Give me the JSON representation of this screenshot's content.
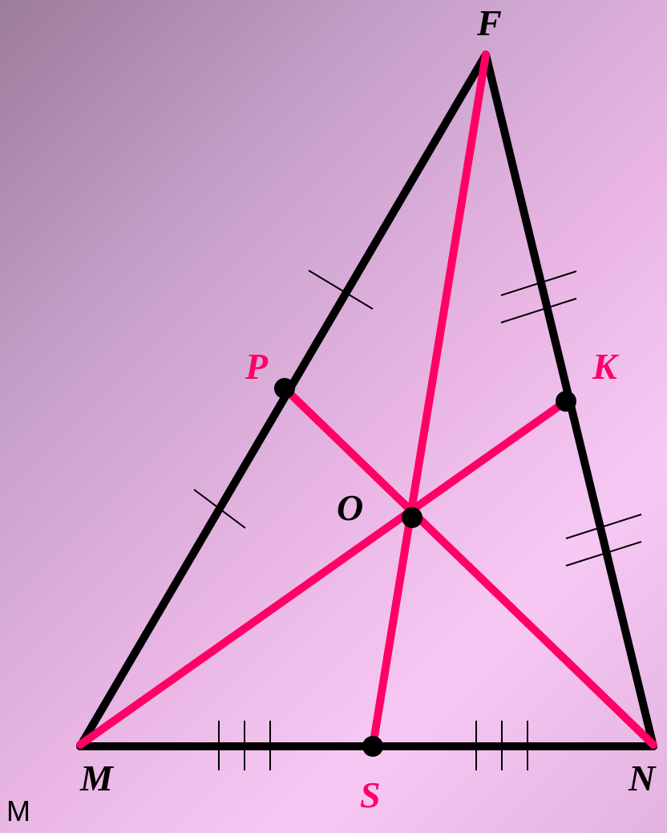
{
  "labels": {
    "F": "F",
    "M": "M",
    "N": "N",
    "S": "S",
    "P": "P",
    "K": "K",
    "O": "O"
  },
  "caption": "M",
  "colors": {
    "triangle": "#000000",
    "median": "#ff0066",
    "vertex_label": "#000000",
    "midpoint_label": "#ff0066"
  }
}
